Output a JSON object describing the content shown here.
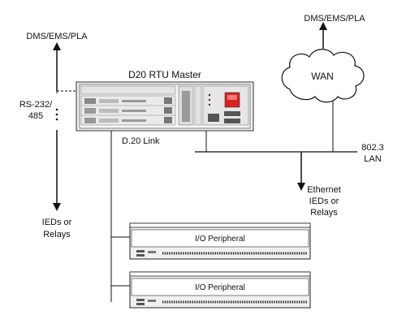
{
  "labels": {
    "top_left": "DMS/EMS/PLA",
    "top_right": "DMS/EMS/PLA",
    "serial_line1": "RS-232/",
    "serial_line2": "485",
    "rtu_master": "D20 RTU Master",
    "d20_link": "D.20 Link",
    "wan": "WAN",
    "lan_line1": "802.3",
    "lan_line2": "LAN",
    "eth_line1": "Ethernet",
    "eth_line2": "IEDs or",
    "eth_line3": "Relays",
    "ied_line1": "IEDs or",
    "ied_line2": "Relays",
    "io1": "I/O Peripheral",
    "io2": "I/O Peripheral"
  }
}
